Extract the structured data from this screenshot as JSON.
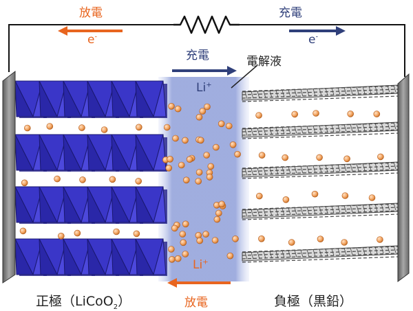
{
  "labels": {
    "discharge_top": "放電",
    "charge_top": "充電",
    "electron": "e",
    "electron_sign": "-",
    "charge_mid": "充電",
    "electrolyte": "電解液",
    "li_symbol": "Li",
    "li_charge": "+",
    "discharge_bottom": "放電",
    "positive_prefix": "正極（LiCoO",
    "positive_sub": "2",
    "positive_suffix": "）",
    "negative": "負極（黒鉛）"
  },
  "colors": {
    "discharge": "#e8651f",
    "charge": "#2f3f7a",
    "electrolyte": "#8f9fd9",
    "octahedron": "#3a36c8",
    "graphite": "#444444",
    "lithium_ion": "#f3a563",
    "electrode_plate": "#8a8a8a"
  },
  "icons": {
    "resistor": "resistor-icon",
    "arrow_left": "arrow-left-icon",
    "arrow_right": "arrow-right-icon"
  }
}
